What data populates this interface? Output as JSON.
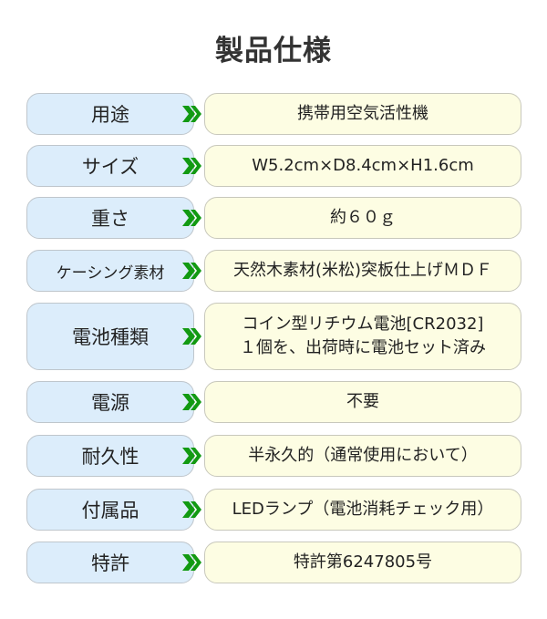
{
  "title": "製品仕様",
  "accent": "#129a12",
  "rows": [
    {
      "label": "用途",
      "value": [
        "携帯用空気活性機"
      ]
    },
    {
      "label": "サイズ",
      "value": [
        "W5.2cm×D8.4cm×H1.6cm"
      ]
    },
    {
      "label": "重さ",
      "value": [
        "約６０ｇ"
      ]
    },
    {
      "label": "ケーシング素材",
      "value": [
        "天然木素材(米松)突板仕上げＭＤＦ"
      ]
    },
    {
      "label": "電池種類",
      "value": [
        "コイン型リチウム電池[CR2032]",
        "１個を、出荷時に電池セット済み"
      ]
    },
    {
      "label": "電源",
      "value": [
        "不要"
      ]
    },
    {
      "label": "耐久性",
      "value": [
        "半永久的（通常使用において）"
      ]
    },
    {
      "label": "付属品",
      "value": [
        "LEDランプ（電池消耗チェック用）"
      ]
    },
    {
      "label": "特許",
      "value": [
        "特許第6247805号"
      ]
    }
  ]
}
